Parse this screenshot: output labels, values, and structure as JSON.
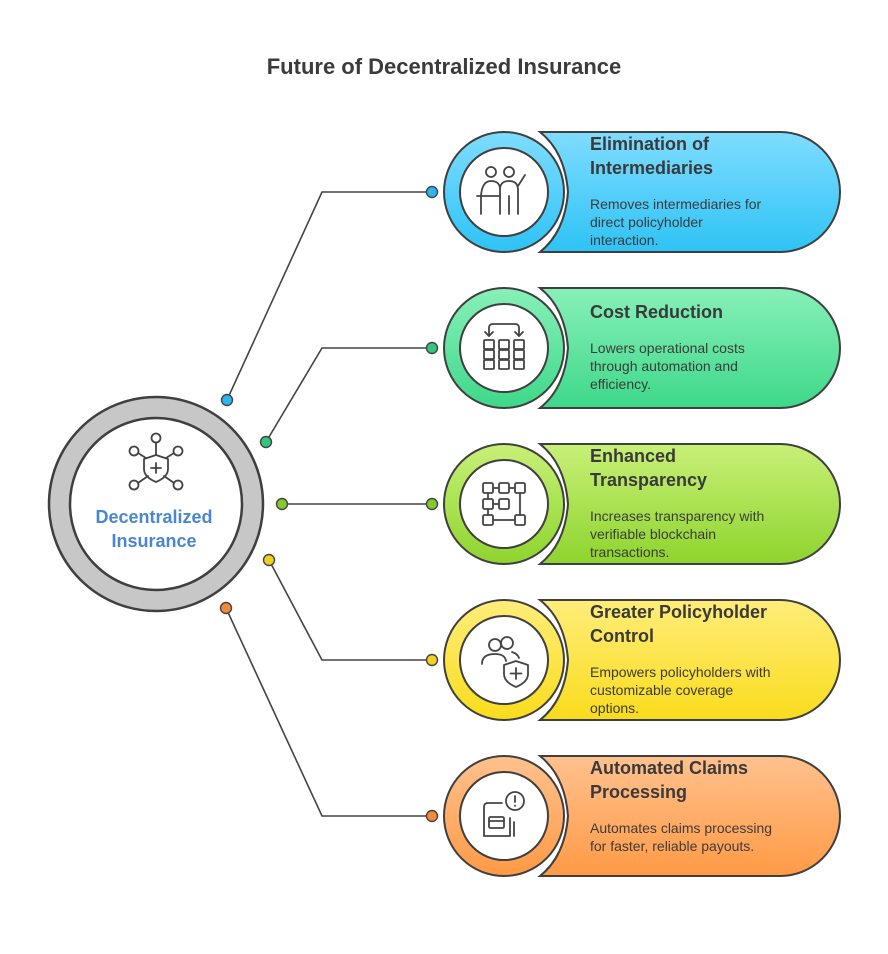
{
  "title": "Future of Decentralized Insurance",
  "hub": {
    "label_lines": [
      "Decentralized",
      "Insurance"
    ],
    "icon": "shield-network-icon"
  },
  "items": [
    {
      "title_lines": [
        "Elimination of",
        "Intermediaries"
      ],
      "desc_lines": [
        "Removes intermediaries for",
        "direct policyholder",
        "interaction."
      ],
      "icon": "people-presenting-icon",
      "color_light": "#7fdcff",
      "color_dark": "#2ec3f5",
      "dot": "#2cb5ee"
    },
    {
      "title_lines": [
        "Cost Reduction"
      ],
      "desc_lines": [
        "Lowers operational costs",
        "through automation and",
        "efficiency."
      ],
      "icon": "cost-grid-arrows-icon",
      "color_light": "#88f0b8",
      "color_dark": "#3ed88a",
      "dot": "#33c67d"
    },
    {
      "title_lines": [
        "Enhanced",
        "Transparency"
      ],
      "desc_lines": [
        "Increases transparency with",
        "verifiable blockchain",
        "transactions."
      ],
      "icon": "blockchain-nodes-icon",
      "color_light": "#c8f078",
      "color_dark": "#8ed42e",
      "dot": "#86c92c"
    },
    {
      "title_lines": [
        "Greater Policyholder",
        "Control"
      ],
      "desc_lines": [
        "Empowers policyholders with",
        "customizable coverage",
        "options."
      ],
      "icon": "users-shield-icon",
      "color_light": "#ffed7a",
      "color_dark": "#f9dc1c",
      "dot": "#f0d020"
    },
    {
      "title_lines": [
        "Automated Claims",
        "Processing"
      ],
      "desc_lines": [
        "Automates claims processing",
        "for faster, reliable payouts."
      ],
      "icon": "claim-alert-icon",
      "color_light": "#ffc18e",
      "color_dark": "#ff9a45",
      "dot": "#f48a3c"
    }
  ]
}
